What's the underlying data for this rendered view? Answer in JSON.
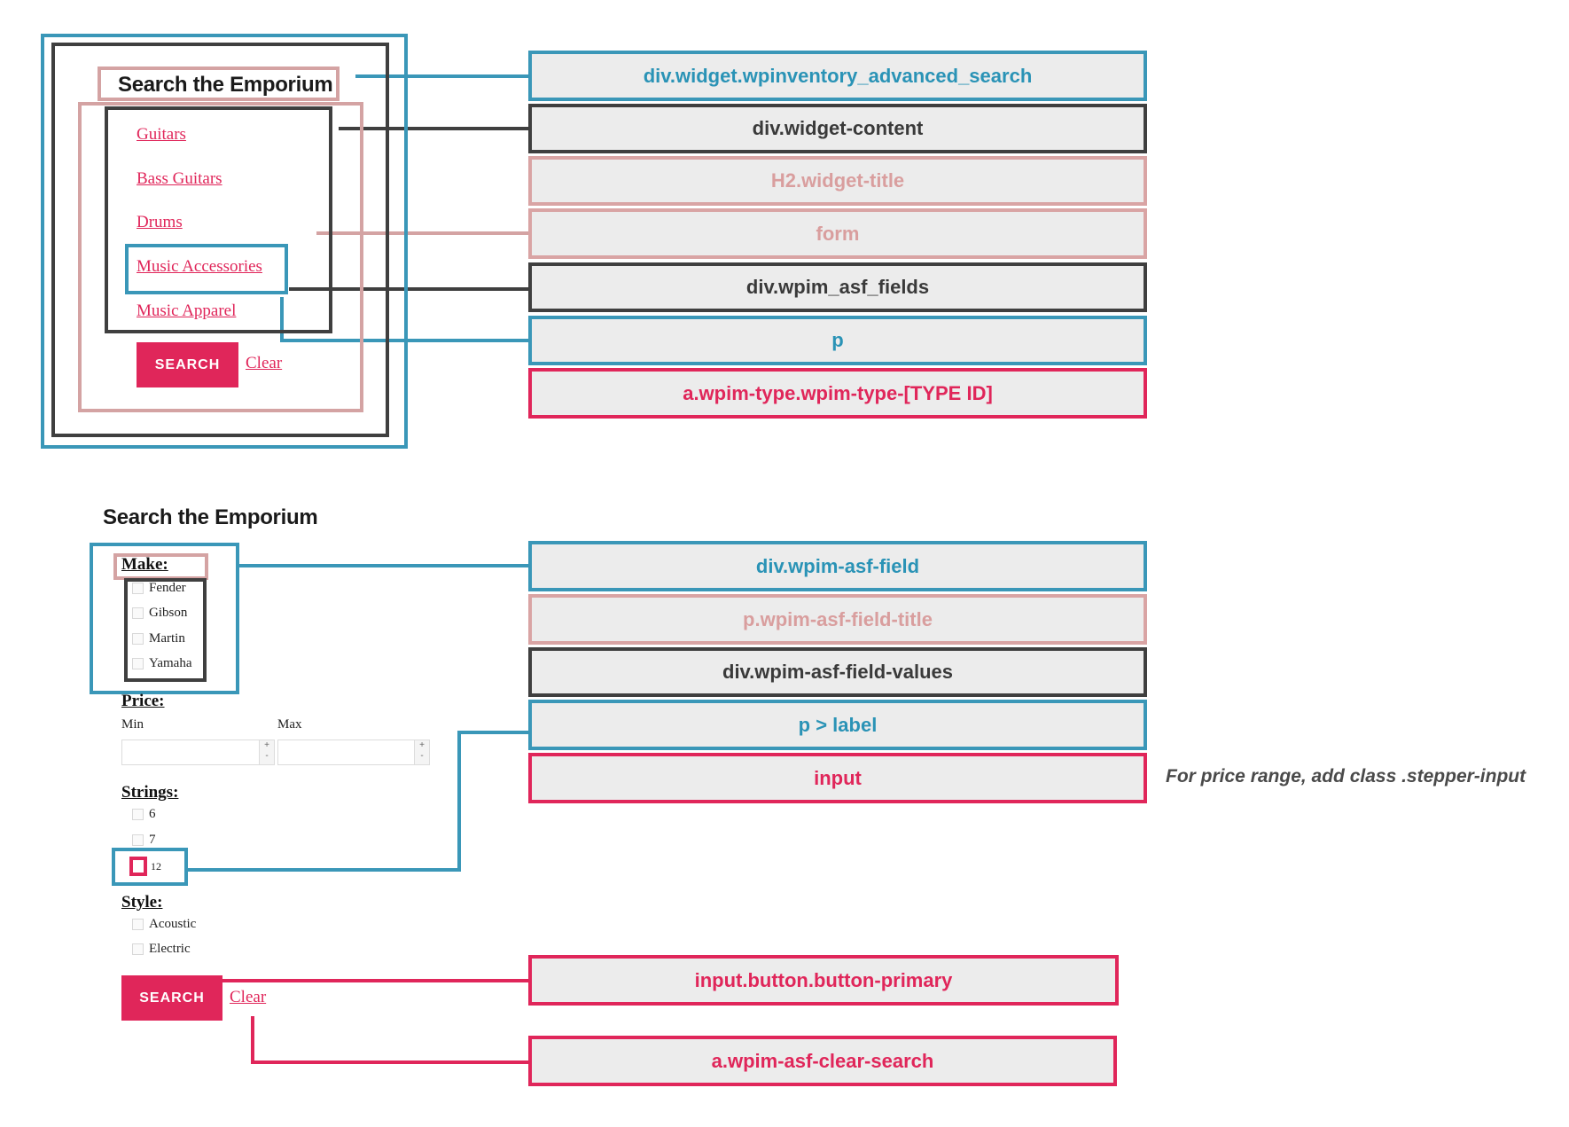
{
  "colors": {
    "blue": "#3a97b8",
    "dark": "#3f3f3f",
    "pink": "#d4a3a3",
    "red": "#e0265a",
    "label_bg": "#ececec"
  },
  "widget_simple": {
    "title": "Search the Emporium",
    "links": [
      "Guitars",
      "Bass Guitars",
      "Drums",
      "Music Accessories",
      "Music Apparel"
    ],
    "search_button": "SEARCH",
    "clear_link": "Clear"
  },
  "labels_top": [
    "div.widget.wpinventory_advanced_search",
    "div.widget-content",
    "H2.widget-title",
    "form",
    "div.wpim_asf_fields",
    "p",
    "a.wpim-type.wpim-type-[TYPE ID]"
  ],
  "widget_advanced": {
    "title": "Search the Emporium",
    "make": {
      "title": "Make:",
      "options": [
        "Fender",
        "Gibson",
        "Martin",
        "Yamaha"
      ]
    },
    "price": {
      "title": "Price:",
      "min_label": "Min",
      "max_label": "Max",
      "plus": "+",
      "minus": "-"
    },
    "strings": {
      "title": "Strings:",
      "options": [
        "6",
        "7",
        "12"
      ]
    },
    "style": {
      "title": "Style:",
      "options": [
        "Acoustic",
        "Electric"
      ]
    },
    "search_button": "SEARCH",
    "clear_link": "Clear"
  },
  "labels_bottom": [
    "div.wpim-asf-field",
    "p.wpim-asf-field-title",
    "div.wpim-asf-field-values",
    "p > label",
    "input"
  ],
  "labels_buttons": [
    "input.button.button-primary",
    "a.wpim-asf-clear-search"
  ],
  "note": "For price range, add class .stepper-input"
}
